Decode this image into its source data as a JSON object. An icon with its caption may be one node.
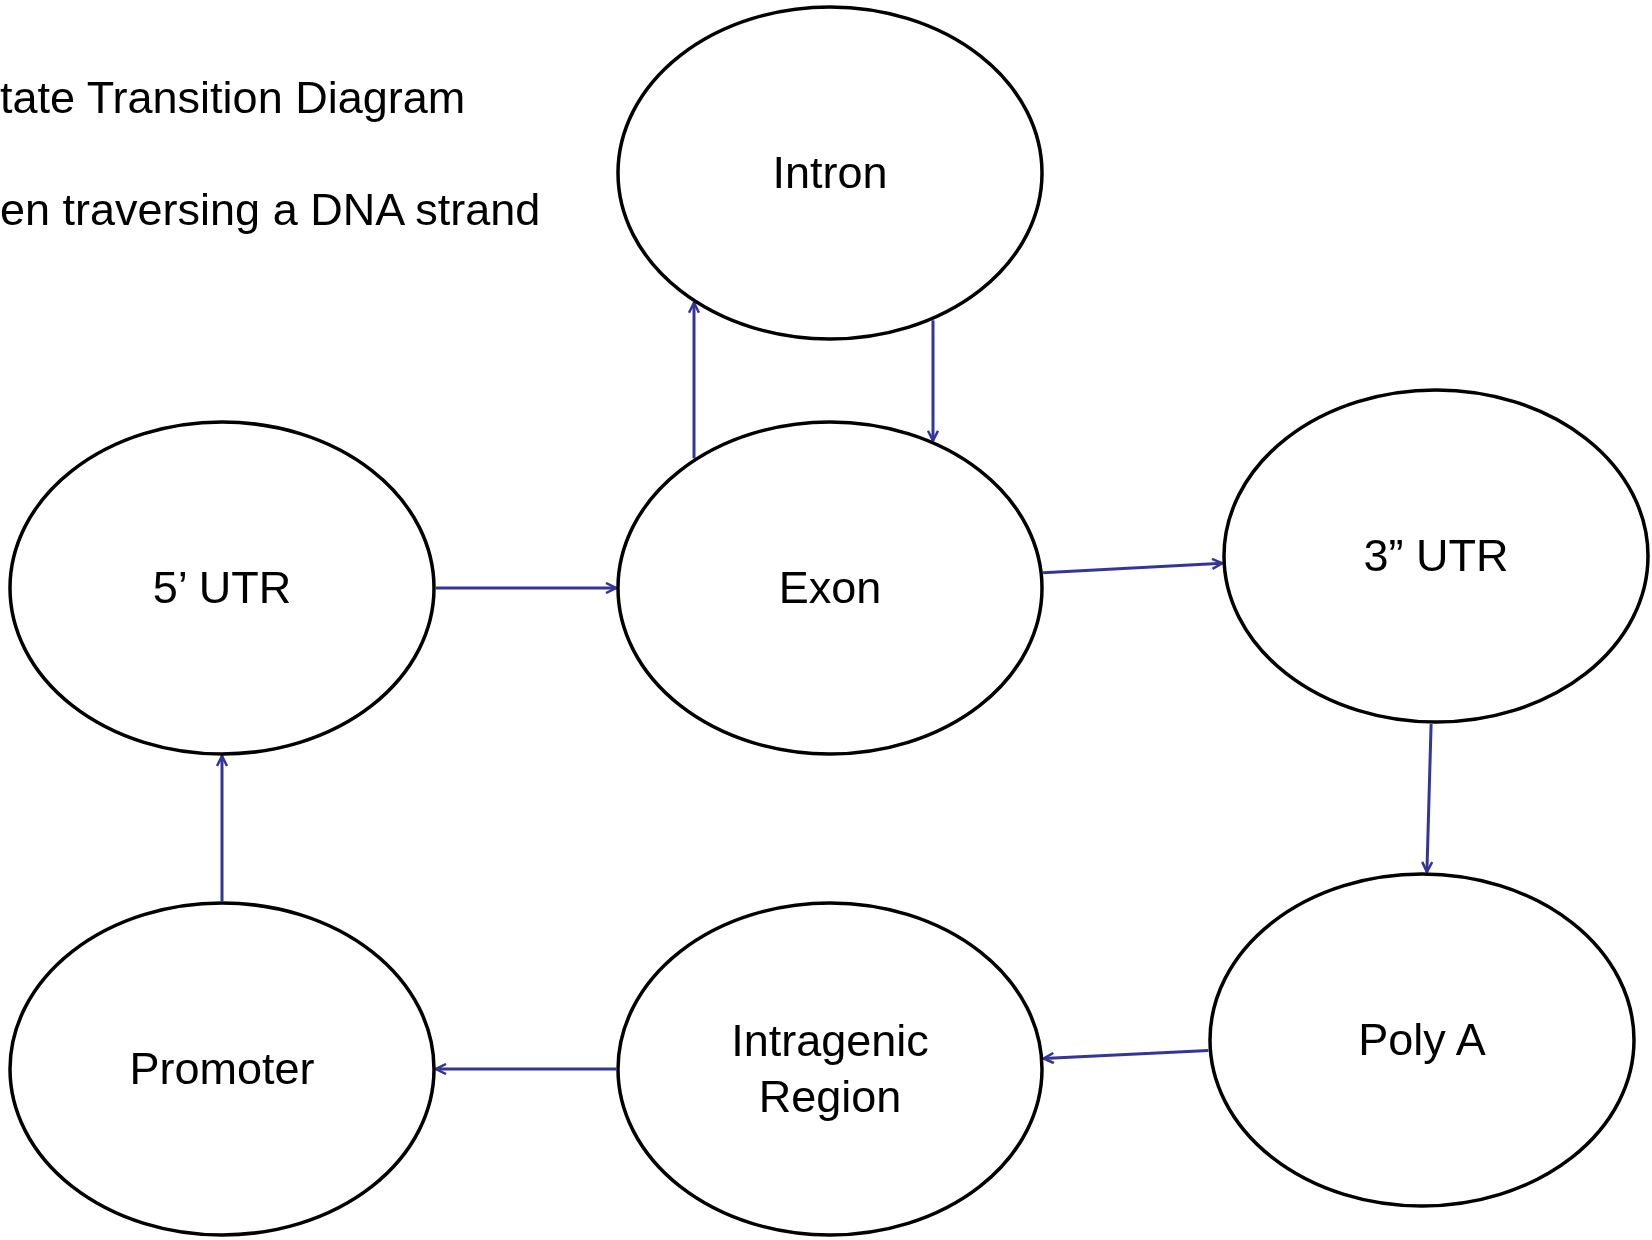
{
  "diagram": {
    "nodes": [
      {
        "text": [
          "Intron"
        ]
      },
      {
        "text": [
          "5’ UTR"
        ]
      },
      {
        "text": [
          "Exon"
        ]
      },
      {
        "text": [
          "3” UTR"
        ]
      },
      {
        "text": [
          "Poly A"
        ]
      },
      {
        "text": [
          "Intragenic Region"
        ]
      },
      {
        "text": [
          "Promoter"
        ]
      }
    ],
    "edges": [
      {
        "from": 1,
        "to": 2,
        "arrow": "to"
      },
      {
        "from": 2,
        "to": 0,
        "arrow": "to"
      },
      {
        "from": 0,
        "to": 2,
        "arrow": "to"
      },
      {
        "from": 2,
        "to": 3,
        "arrow": "to"
      },
      {
        "from": 3,
        "to": 4,
        "arrow": "to"
      },
      {
        "from": 4,
        "to": 5,
        "arrow": "to"
      },
      {
        "from": 5,
        "to": 6,
        "arrow": "to"
      },
      {
        "from": 6,
        "to": 1,
        "arrow": "to"
      }
    ],
    "labels": [
      "tate Transition Diagram",
      "en traversing a DNA strand"
    ]
  }
}
